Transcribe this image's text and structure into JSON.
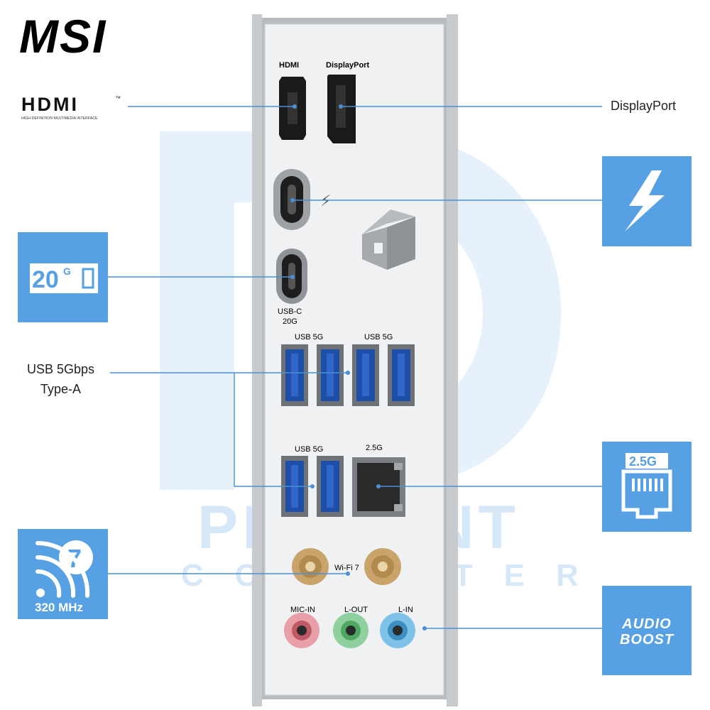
{
  "brand": {
    "logo_text": "MSI"
  },
  "hdmi_logo": {
    "wordmark": "HDMI",
    "tm": "™",
    "tagline": "HIGH-DEFINITION MULTIMEDIA INTERFACE"
  },
  "labels": {
    "displayport": "DisplayPort",
    "usb_line1": "USB 5Gbps",
    "usb_line2": "Type-A"
  },
  "tiles": {
    "usb20g": {
      "text": "20",
      "sup": "G"
    },
    "lan": {
      "text": "2.5G"
    },
    "wifi": {
      "number": "7",
      "band": "320 MHz"
    },
    "audio": {
      "line1": "AUDIO",
      "line2": "BOOST"
    }
  },
  "io_panel": {
    "hdmi_label": "HDMI",
    "dp_label": "DisplayPort",
    "usbc_label1": "USB-C",
    "usbc_label2": "20G",
    "usb5g_left": "USB 5G",
    "usb5g_right": "USB 5G",
    "usb5g_bottom": "USB 5G",
    "lan_label": "2.5G",
    "wifi_label": "Wi-Fi 7",
    "mic_in": "MIC-IN",
    "l_out": "L-OUT",
    "l_in": "L-IN"
  },
  "watermark": {
    "line1": "PINPOINT",
    "line2": "COMPUTER"
  },
  "colors": {
    "tile_blue": "#56a0e3",
    "line_blue": "#4a90d9",
    "usb_blue": "#1e4fa8",
    "mic_pink": "#e8a0a8",
    "lout_green": "#8fd19e",
    "lin_blue": "#7ec2ea"
  },
  "icons": [
    "msi-logo",
    "hdmi-logo",
    "lightning-icon",
    "usb-20g-icon",
    "lan-icon",
    "wifi7-icon",
    "audio-boost-icon"
  ]
}
